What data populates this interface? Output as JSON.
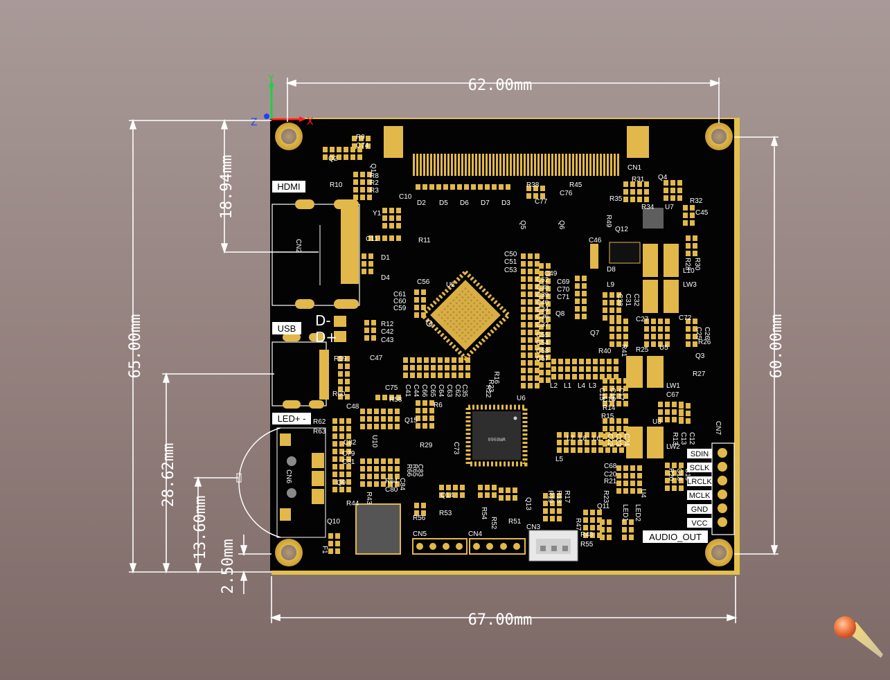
{
  "dimensions": {
    "top_width": "62.00mm",
    "bottom_width": "67.00mm",
    "left_height": "65.00mm",
    "right_height": "60.00mm",
    "hdmi_offset": "18.94mm",
    "led_offset_a": "28.62mm",
    "led_offset_b": "13.60mm",
    "edge_offset": "2.50mm"
  },
  "axes": {
    "x": "X",
    "y": "Y",
    "z": "Z"
  },
  "colors": {
    "board": "#030303",
    "gold": "#e2b84a",
    "board_edge": "#e3c04d",
    "dimension_line": "#ffffff",
    "axis_x": "#ff2020",
    "axis_y": "#20d040",
    "axis_z": "#2040ff"
  },
  "labels": {
    "hdmi": "HDMI",
    "usb": "USB",
    "led": "LED+ -",
    "audio_out": "AUDIO_OUT",
    "d_minus": "D-",
    "d_plus": "D+",
    "cn7_pins": [
      "SDIN",
      "SCLK",
      "LRCLK",
      "MCLK",
      "GND",
      "VCC"
    ]
  },
  "silkscreen": [
    {
      "t": "R9"
    },
    {
      "t": "C74"
    },
    {
      "t": "Q2"
    },
    {
      "t": "Q1"
    },
    {
      "t": "R10"
    },
    {
      "t": "R8"
    },
    {
      "t": "R2"
    },
    {
      "t": "R3"
    },
    {
      "t": "CN1"
    },
    {
      "t": "CN2"
    },
    {
      "t": "Y1"
    },
    {
      "t": "C10"
    },
    {
      "t": "C11"
    },
    {
      "t": "R11"
    },
    {
      "t": "D2"
    },
    {
      "t": "D5"
    },
    {
      "t": "D6"
    },
    {
      "t": "D7"
    },
    {
      "t": "D3"
    },
    {
      "t": "R38"
    },
    {
      "t": "C76"
    },
    {
      "t": "R45"
    },
    {
      "t": "C77"
    },
    {
      "t": "Q5"
    },
    {
      "t": "Q6"
    },
    {
      "t": "R31"
    },
    {
      "t": "Q4"
    },
    {
      "t": "R35"
    },
    {
      "t": "R34"
    },
    {
      "t": "U7"
    },
    {
      "t": "R32"
    },
    {
      "t": "C45"
    },
    {
      "t": "R49"
    },
    {
      "t": "Q12"
    },
    {
      "t": "C46"
    },
    {
      "t": "D8"
    },
    {
      "t": "R30"
    },
    {
      "t": "R28"
    },
    {
      "t": "L10"
    },
    {
      "t": "LW3"
    },
    {
      "t": "D1"
    },
    {
      "t": "D4"
    },
    {
      "t": "C56"
    },
    {
      "t": "U2"
    },
    {
      "t": "C61"
    },
    {
      "t": "C60"
    },
    {
      "t": "C59"
    },
    {
      "t": "C50"
    },
    {
      "t": "C51"
    },
    {
      "t": "C53"
    },
    {
      "t": "C49"
    },
    {
      "t": "C52"
    },
    {
      "t": "C38"
    },
    {
      "t": "C39"
    },
    {
      "t": "C40"
    },
    {
      "t": "C34"
    },
    {
      "t": "C36"
    },
    {
      "t": "C37"
    },
    {
      "t": "C55"
    },
    {
      "t": "C54"
    },
    {
      "t": "C58"
    },
    {
      "t": "C57"
    },
    {
      "t": "C69"
    },
    {
      "t": "C70"
    },
    {
      "t": "C71"
    },
    {
      "t": "L9"
    },
    {
      "t": "C33"
    },
    {
      "t": "C31"
    },
    {
      "t": "C32"
    },
    {
      "t": "Q8"
    },
    {
      "t": "C27"
    },
    {
      "t": "C72"
    },
    {
      "t": "C25"
    },
    {
      "t": "C26"
    },
    {
      "t": "Q7"
    },
    {
      "t": "R41"
    },
    {
      "t": "R25"
    },
    {
      "t": "U5"
    },
    {
      "t": "R26"
    },
    {
      "t": "R40"
    },
    {
      "t": "Q3"
    },
    {
      "t": "R27"
    },
    {
      "t": "R12"
    },
    {
      "t": "C42"
    },
    {
      "t": "C43"
    },
    {
      "t": "R59"
    },
    {
      "t": "C47"
    },
    {
      "t": "C75"
    },
    {
      "t": "R60"
    },
    {
      "t": "C48"
    },
    {
      "t": "R58"
    },
    {
      "t": "R16"
    },
    {
      "t": "R23"
    },
    {
      "t": "R22"
    },
    {
      "t": "C41"
    },
    {
      "t": "C44"
    },
    {
      "t": "C66"
    },
    {
      "t": "C65"
    },
    {
      "t": "C64"
    },
    {
      "t": "C63"
    },
    {
      "t": "C62"
    },
    {
      "t": "C35"
    },
    {
      "t": "L2"
    },
    {
      "t": "L1"
    },
    {
      "t": "L4"
    },
    {
      "t": "L3"
    },
    {
      "t": "C15"
    },
    {
      "t": "C16"
    },
    {
      "t": "C17"
    },
    {
      "t": "LW1"
    },
    {
      "t": "C14"
    },
    {
      "t": "R14"
    },
    {
      "t": "R15"
    },
    {
      "t": "C67"
    },
    {
      "t": "U3"
    },
    {
      "t": "R13"
    },
    {
      "t": "C13"
    },
    {
      "t": "C12"
    },
    {
      "t": "R62"
    },
    {
      "t": "R63"
    },
    {
      "t": "C82"
    },
    {
      "t": "C79"
    },
    {
      "t": "C81"
    },
    {
      "t": "U10"
    },
    {
      "t": "R6"
    },
    {
      "t": "Q15"
    },
    {
      "t": "R29"
    },
    {
      "t": "U6"
    },
    {
      "t": "C73"
    },
    {
      "t": "L7"
    },
    {
      "t": "L8"
    },
    {
      "t": "L6"
    },
    {
      "t": "L5"
    },
    {
      "t": "C22"
    },
    {
      "t": "C23"
    },
    {
      "t": "C24"
    },
    {
      "t": "LW2"
    },
    {
      "t": "CN7"
    },
    {
      "t": "CN6"
    },
    {
      "t": "Q9"
    },
    {
      "t": "R43"
    },
    {
      "t": "R65"
    },
    {
      "t": "R66"
    },
    {
      "t": "C84"
    },
    {
      "t": "C83"
    },
    {
      "t": "R64"
    },
    {
      "t": "C80"
    },
    {
      "t": "C68"
    },
    {
      "t": "C20"
    },
    {
      "t": "R21"
    },
    {
      "t": "R23"
    },
    {
      "t": "R20"
    },
    {
      "t": "C18"
    },
    {
      "t": "C19"
    },
    {
      "t": "U4"
    },
    {
      "t": "Q14"
    },
    {
      "t": "R53"
    },
    {
      "t": "R54"
    },
    {
      "t": "Q13"
    },
    {
      "t": "R52"
    },
    {
      "t": "R51"
    },
    {
      "t": "R19"
    },
    {
      "t": "R18"
    },
    {
      "t": "R17"
    },
    {
      "t": "R44"
    },
    {
      "t": "Q10"
    },
    {
      "t": "F1"
    },
    {
      "t": "R56"
    },
    {
      "t": "CN5"
    },
    {
      "t": "CN4"
    },
    {
      "t": "CN3"
    },
    {
      "t": "R47"
    },
    {
      "t": "Q11"
    },
    {
      "t": "R48"
    },
    {
      "t": "R55"
    },
    {
      "t": "LED1"
    },
    {
      "t": "LED2"
    }
  ]
}
